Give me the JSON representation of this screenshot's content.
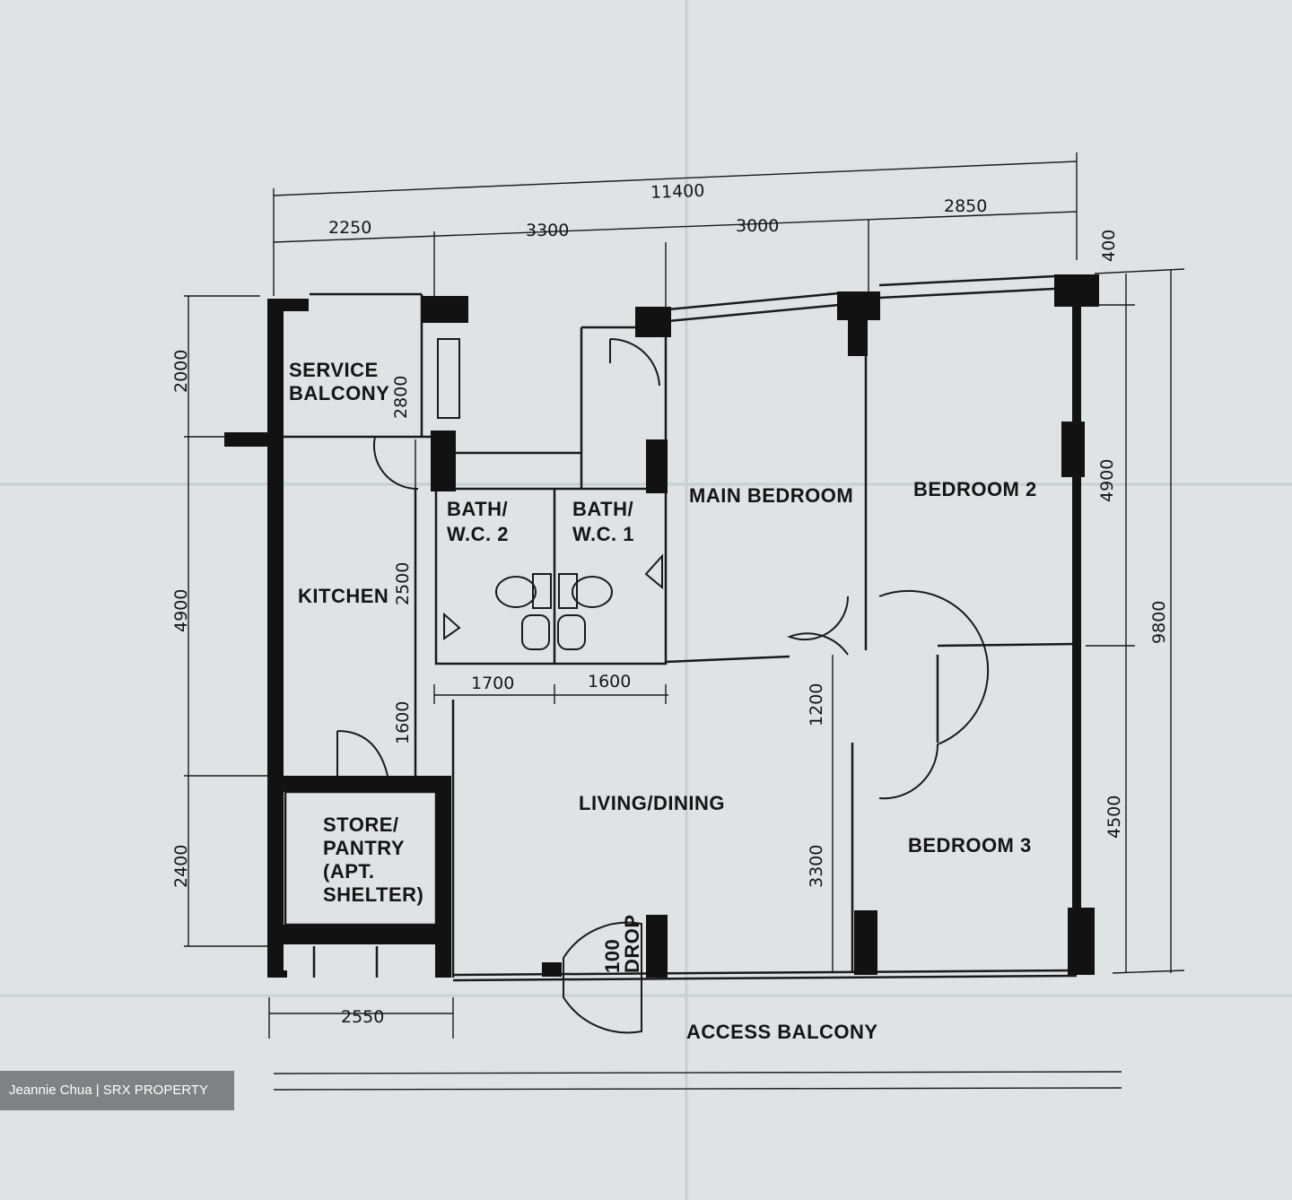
{
  "rooms": {
    "service_balcony": [
      "SERVICE",
      "BALCONY"
    ],
    "kitchen": "KITCHEN",
    "bath_wc_2": [
      "BATH/",
      "W.C. 2"
    ],
    "bath_wc_1": [
      "BATH/",
      "W.C. 1"
    ],
    "main_bedroom": "MAIN BEDROOM",
    "bedroom_2": "BEDROOM  2",
    "bedroom_3": "BEDROOM  3",
    "living_dining": "LIVING/DINING",
    "store_pantry": [
      "STORE/",
      "PANTRY",
      "(APT.",
      "SHELTER)"
    ],
    "access_balcony": "ACCESS BALCONY",
    "drop": [
      "100",
      "DROP"
    ]
  },
  "dimensions": {
    "overall_width": "11400",
    "top_segments": [
      "2250",
      "3300",
      "3000",
      "2850"
    ],
    "top_right_small": "400",
    "left_segments": [
      "2000",
      "4900",
      "2400"
    ],
    "service_balcony_depth": "2800",
    "kitchen_inner": "2500",
    "kitchen_lower": "1600",
    "bath_widths": [
      "1700",
      "1600"
    ],
    "corridor": "1200",
    "lower_left_of_bedroom3": "3300",
    "right_upper": "4900",
    "right_lower": "4500",
    "overall_depth": "9800",
    "bottom_width": "2550"
  },
  "watermark": "Jeannie Chua | SRX PROPERTY",
  "colors": {
    "paper": "#dfe3e4",
    "ink": "#151515",
    "watermark_bg": "#464646"
  }
}
